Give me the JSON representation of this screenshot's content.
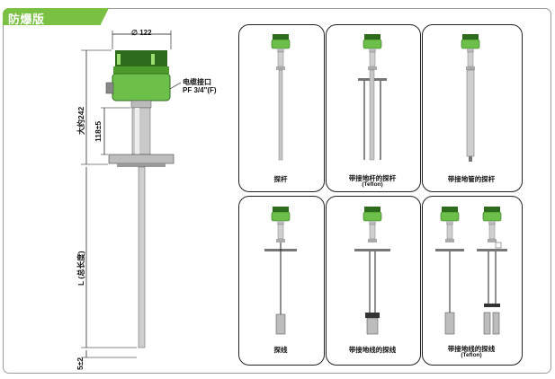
{
  "header": {
    "title": "防爆版"
  },
  "main_drawing": {
    "diameter_label": "∅ 122",
    "cable_label_1": "电缆接口",
    "cable_label_2": "PF 3/4\"(F)",
    "height_label": "大约242",
    "neck_label": "118±5",
    "length_label": "L (总长度)",
    "bottom_label": "5±2"
  },
  "panels": [
    {
      "label": "探杆",
      "sub": ""
    },
    {
      "label": "带接地杆的探杆",
      "sub": "(Teflon)"
    },
    {
      "label": "带接地管的探杆",
      "sub": ""
    },
    {
      "label": "探线",
      "sub": ""
    },
    {
      "label": "带接地线的探线",
      "sub": ""
    },
    {
      "label": "带接地线的探线",
      "sub": "(Teflon)"
    }
  ],
  "colors": {
    "accent": "#7ac143",
    "housing": "#6cc04a",
    "housing_dark": "#2f6b1d"
  }
}
